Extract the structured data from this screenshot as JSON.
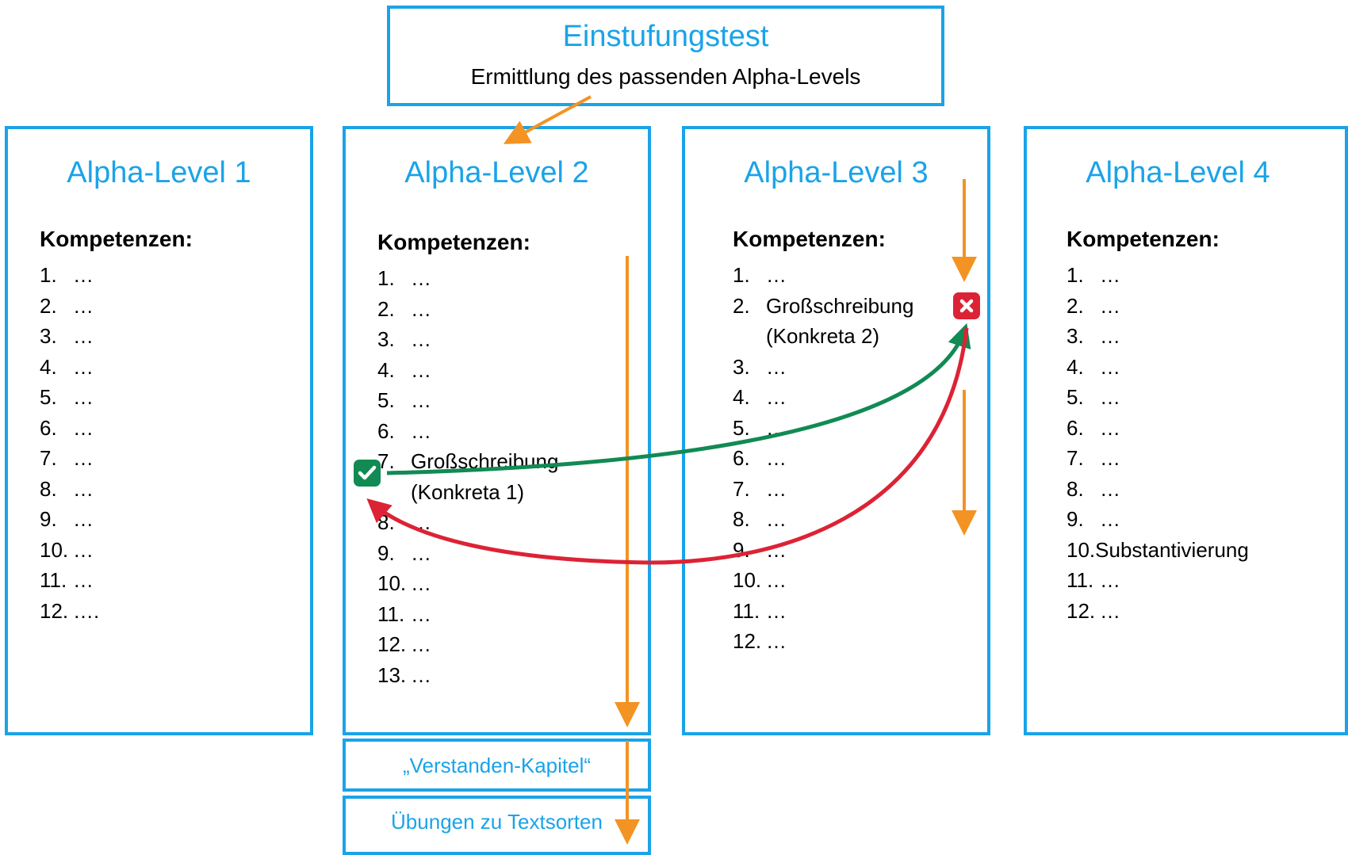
{
  "top": {
    "title": "Einstufungstest",
    "subtitle": "Ermittlung des passenden Alpha-Levels"
  },
  "levels": [
    {
      "title": "Alpha-Level 1",
      "competencies_label": "Kompetenzen:",
      "items": [
        {
          "num": "1.",
          "text": "…"
        },
        {
          "num": "2.",
          "text": "…"
        },
        {
          "num": "3.",
          "text": "…"
        },
        {
          "num": "4.",
          "text": "…"
        },
        {
          "num": "5.",
          "text": "…"
        },
        {
          "num": "6.",
          "text": "…"
        },
        {
          "num": "7.",
          "text": "…"
        },
        {
          "num": "8.",
          "text": "…"
        },
        {
          "num": "9.",
          "text": "…"
        },
        {
          "num": "10.",
          "text": "…"
        },
        {
          "num": "11.",
          "text": "…"
        },
        {
          "num": "12.",
          "text": "…."
        }
      ]
    },
    {
      "title": "Alpha-Level 2",
      "competencies_label": "Kompetenzen:",
      "items": [
        {
          "num": "1.",
          "text": "…"
        },
        {
          "num": "2.",
          "text": "…"
        },
        {
          "num": "3.",
          "text": "…"
        },
        {
          "num": "4.",
          "text": "…"
        },
        {
          "num": "5.",
          "text": "…"
        },
        {
          "num": "6.",
          "text": "…"
        },
        {
          "num": "7.",
          "text": "Großschreibung"
        },
        {
          "num": "",
          "text": "(Konkreta 1)"
        },
        {
          "num": "8.",
          "text": "…"
        },
        {
          "num": "9.",
          "text": "…"
        },
        {
          "num": "10.",
          "text": "…"
        },
        {
          "num": "11.",
          "text": "…"
        },
        {
          "num": "12.",
          "text": "…"
        },
        {
          "num": "13.",
          "text": "…"
        }
      ]
    },
    {
      "title": "Alpha-Level 3",
      "competencies_label": "Kompetenzen:",
      "items": [
        {
          "num": "1.",
          "text": "…"
        },
        {
          "num": "2.",
          "text": "Großschreibung"
        },
        {
          "num": "",
          "text": "(Konkreta 2)"
        },
        {
          "num": "3.",
          "text": "…"
        },
        {
          "num": "4.",
          "text": "…"
        },
        {
          "num": "5.",
          "text": "…"
        },
        {
          "num": "6.",
          "text": "…"
        },
        {
          "num": "7.",
          "text": "…"
        },
        {
          "num": "8.",
          "text": "…"
        },
        {
          "num": "9.",
          "text": "…"
        },
        {
          "num": "10.",
          "text": "…"
        },
        {
          "num": "11.",
          "text": "…"
        },
        {
          "num": "12.",
          "text": "…"
        }
      ]
    },
    {
      "title": "Alpha-Level 4",
      "competencies_label": "Kompetenzen:",
      "items": [
        {
          "num": "1.",
          "text": "…"
        },
        {
          "num": "2.",
          "text": "…"
        },
        {
          "num": "3.",
          "text": "…"
        },
        {
          "num": "4.",
          "text": "…"
        },
        {
          "num": "5.",
          "text": "…"
        },
        {
          "num": "6.",
          "text": "…"
        },
        {
          "num": "7.",
          "text": "…"
        },
        {
          "num": "8.",
          "text": "…"
        },
        {
          "num": "9.",
          "text": "…"
        },
        {
          "num": "10.",
          "text": "Substantivierung"
        },
        {
          "num": "11.",
          "text": "…"
        },
        {
          "num": "12.",
          "text": "…"
        }
      ]
    }
  ],
  "sub_boxes": {
    "verstanden": "„Verstanden-Kapitel“",
    "uebungen": "Übungen zu Textsorten"
  },
  "icons": {
    "check": "check-icon",
    "cross": "cross-icon"
  },
  "colors": {
    "box_border": "#1aa3e8",
    "title_text": "#1aa3e8",
    "arrow_orange": "#f39323",
    "arrow_green": "#118a54",
    "arrow_red": "#dc2335"
  }
}
